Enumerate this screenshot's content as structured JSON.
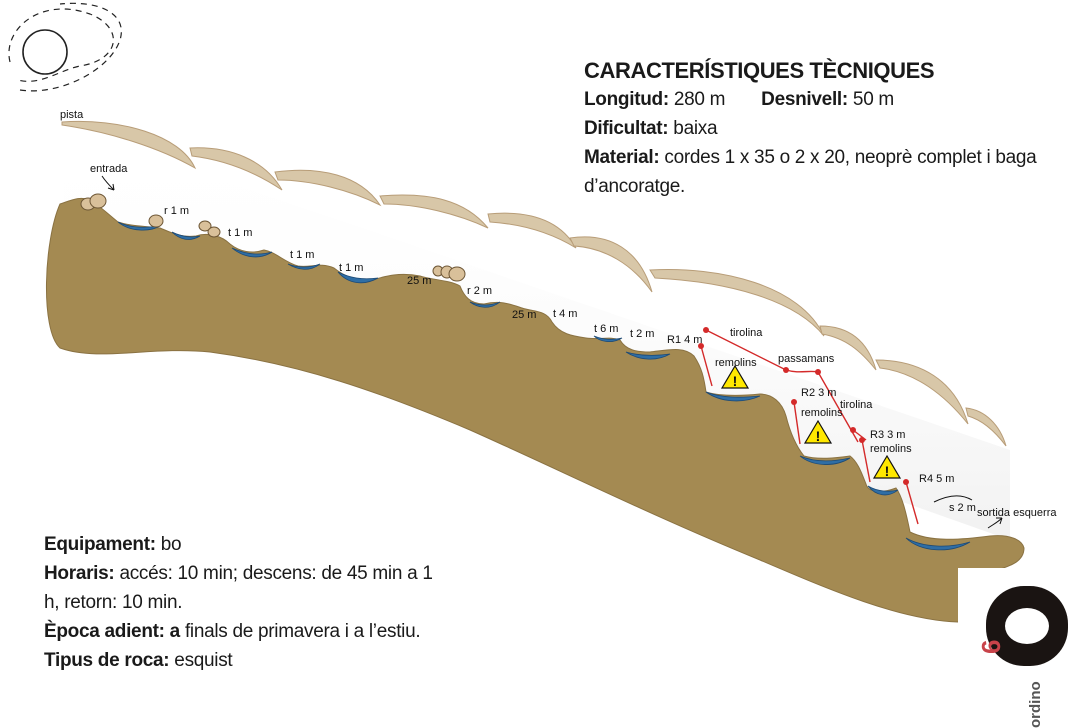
{
  "labels": {
    "pista": "pista",
    "entrada": "entrada",
    "r1": "r 1 m",
    "t1a": "t 1 m",
    "t1b": "t 1 m",
    "t1c": "t 1 m",
    "d25a": "25 m",
    "r2": "r 2 m",
    "d25b": "25 m",
    "t4": "t 4 m",
    "t6": "t 6 m",
    "t2": "t 2 m",
    "R1": "R1 4 m",
    "tirolina1": "tirolina",
    "remolins1": "remolins",
    "passamans": "passamans",
    "R2": "R2 3 m",
    "tirolina2": "tirolina",
    "remolins2": "remolins",
    "R3": "R3 3 m",
    "remolins3": "remolins",
    "R4": "R4 5 m",
    "s2": "s 2 m",
    "sortida": "sortida esquerra"
  },
  "tech": {
    "title": "CARACTERÍSTIQUES TÈCNIQUES",
    "longitud_label": "Longitud:",
    "longitud_value": "280 m",
    "desnivell_label": "Desnivell:",
    "desnivell_value": "50 m",
    "dificultat_label": "Dificultat:",
    "dificultat_value": "baixa",
    "material_label": "Material:",
    "material_value": "cordes 1 x 35 o 2 x 20, neoprè complet i baga d’ancoratge."
  },
  "equip": {
    "equipament_label": "Equipament:",
    "equipament_value": "bo",
    "horaris_label": "Horaris:",
    "horaris_value": "accés: 10 min; descens: de 45 min a 1 h, retorn:  10 min.",
    "epoca_label": "Època adient:",
    "epoca_a": "a",
    "epoca_value": "finals de primavera i a l’estiu.",
    "roca_label": "Tipus de roca:",
    "roca_value": "esquist"
  },
  "logo": {
    "number": "6",
    "text": "ordino"
  },
  "colors": {
    "rock": "#a48a52",
    "water": "#2f6ea5",
    "rope": "#d42a2a",
    "sky_line": "#c2a886",
    "warning": "#ffe800"
  }
}
